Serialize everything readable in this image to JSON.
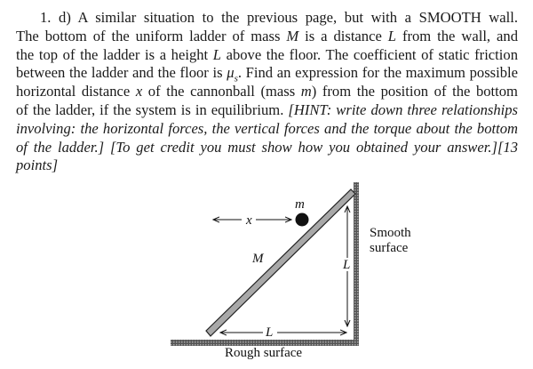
{
  "problem": {
    "lines": [
      [
        {
          "t": "1.  d) A similar situation to the previous page, but with a SMOOTH wall."
        }
      ],
      [
        {
          "t": "The bottom of the uniform ladder of mass "
        },
        {
          "t": "M",
          "i": true
        },
        {
          "t": " is a distance "
        },
        {
          "t": "L",
          "i": true
        },
        {
          "t": " from the wall, and"
        }
      ],
      [
        {
          "t": "the top of the ladder is a height "
        },
        {
          "t": "L",
          "i": true
        },
        {
          "t": " above the floor. The coefficient of static friction"
        }
      ],
      [
        {
          "t": "between the ladder and the floor is "
        },
        {
          "t": "μ",
          "i": true
        },
        {
          "t": "s",
          "i": true,
          "sub": true
        },
        {
          "t": ". Find an expression for the maximum possible"
        }
      ],
      [
        {
          "t": "horizontal distance "
        },
        {
          "t": "x",
          "i": true
        },
        {
          "t": " of the cannonball (mass "
        },
        {
          "t": "m",
          "i": true
        },
        {
          "t": ") from the position of the bottom"
        }
      ],
      [
        {
          "t": "of the ladder, if the system is in equilibrium. "
        },
        {
          "t": "[HINT: write down three relationships",
          "i": true
        }
      ],
      [
        {
          "t": "involving: the horizontal forces, the vertical forces and the torque about the bottom",
          "i": true
        }
      ],
      [
        {
          "t": "of the ladder.]  [To get credit you must show how you obtained your answer.][13",
          "i": true
        }
      ],
      [
        {
          "t": "points]",
          "i": true
        }
      ]
    ]
  },
  "figure": {
    "ball_label": "m",
    "distance_label": "x",
    "ladder_mass_label": "M",
    "height_label": "L",
    "base_label": "L",
    "wall_label_line1": "Smooth",
    "wall_label_line2": "surface",
    "floor_label": "Rough surface"
  },
  "colors": {
    "ladder": "#9a9a9a",
    "surface": "#6e6e6e",
    "ink": "#111111"
  }
}
